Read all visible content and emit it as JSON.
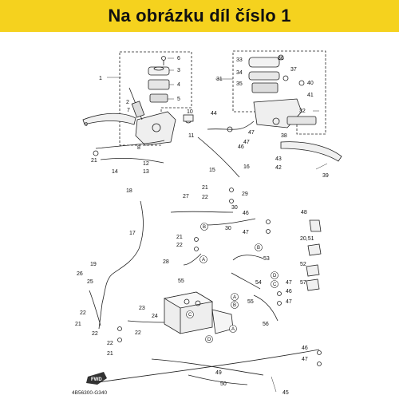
{
  "banner": {
    "title": "Na obrázku díl číslo 1",
    "color": "#f5d21e"
  },
  "diagram": {
    "code": "4B56300-G340",
    "fwd_label": "FWD",
    "callouts": [
      {
        "id": "c1",
        "text": "1"
      },
      {
        "id": "c2",
        "text": "2"
      },
      {
        "id": "c3",
        "text": "3"
      },
      {
        "id": "c4",
        "text": "4"
      },
      {
        "id": "c5",
        "text": "5"
      },
      {
        "id": "c6",
        "text": "6"
      },
      {
        "id": "c7",
        "text": "7"
      },
      {
        "id": "c8",
        "text": "8"
      },
      {
        "id": "c9",
        "text": "9"
      },
      {
        "id": "c10",
        "text": "10"
      },
      {
        "id": "c11",
        "text": "11"
      },
      {
        "id": "c12",
        "text": "12"
      },
      {
        "id": "c13",
        "text": "13"
      },
      {
        "id": "c14",
        "text": "14"
      },
      {
        "id": "c15",
        "text": "15"
      },
      {
        "id": "c16",
        "text": "16"
      },
      {
        "id": "c17",
        "text": "17"
      },
      {
        "id": "c18",
        "text": "18"
      },
      {
        "id": "c19",
        "text": "19"
      },
      {
        "id": "c20_51",
        "text": "20,51"
      },
      {
        "id": "c21a",
        "text": "21"
      },
      {
        "id": "c21b",
        "text": "21"
      },
      {
        "id": "c21c",
        "text": "21"
      },
      {
        "id": "c21d",
        "text": "21"
      },
      {
        "id": "c21e",
        "text": "21"
      },
      {
        "id": "c22a",
        "text": "22"
      },
      {
        "id": "c22b",
        "text": "22"
      },
      {
        "id": "c22c",
        "text": "22"
      },
      {
        "id": "c22d",
        "text": "22"
      },
      {
        "id": "c22e",
        "text": "22"
      },
      {
        "id": "c22f",
        "text": "22"
      },
      {
        "id": "c23",
        "text": "23"
      },
      {
        "id": "c24",
        "text": "24"
      },
      {
        "id": "c25",
        "text": "25"
      },
      {
        "id": "c26",
        "text": "26"
      },
      {
        "id": "c27",
        "text": "27"
      },
      {
        "id": "c28",
        "text": "28"
      },
      {
        "id": "c29",
        "text": "29"
      },
      {
        "id": "c30a",
        "text": "30"
      },
      {
        "id": "c30b",
        "text": "30"
      },
      {
        "id": "c31",
        "text": "31"
      },
      {
        "id": "c32",
        "text": "32"
      },
      {
        "id": "c33",
        "text": "33"
      },
      {
        "id": "c34",
        "text": "34"
      },
      {
        "id": "c35",
        "text": "35"
      },
      {
        "id": "c36",
        "text": "36"
      },
      {
        "id": "c37",
        "text": "37"
      },
      {
        "id": "c38",
        "text": "38"
      },
      {
        "id": "c39",
        "text": "39"
      },
      {
        "id": "c40",
        "text": "40"
      },
      {
        "id": "c41",
        "text": "41"
      },
      {
        "id": "c42",
        "text": "42"
      },
      {
        "id": "c43",
        "text": "43"
      },
      {
        "id": "c44",
        "text": "44"
      },
      {
        "id": "c45",
        "text": "45"
      },
      {
        "id": "c46a",
        "text": "46"
      },
      {
        "id": "c46b",
        "text": "46"
      },
      {
        "id": "c46c",
        "text": "46"
      },
      {
        "id": "c46d",
        "text": "46"
      },
      {
        "id": "c47a",
        "text": "47"
      },
      {
        "id": "c47b",
        "text": "47"
      },
      {
        "id": "c47c",
        "text": "47"
      },
      {
        "id": "c47d",
        "text": "47"
      },
      {
        "id": "c47e",
        "text": "47"
      },
      {
        "id": "c47f",
        "text": "47"
      },
      {
        "id": "c48",
        "text": "48"
      },
      {
        "id": "c49",
        "text": "49"
      },
      {
        "id": "c50",
        "text": "50"
      },
      {
        "id": "c52",
        "text": "52"
      },
      {
        "id": "c53",
        "text": "53"
      },
      {
        "id": "c54",
        "text": "54"
      },
      {
        "id": "c55a",
        "text": "55"
      },
      {
        "id": "c55b",
        "text": "55"
      },
      {
        "id": "c56",
        "text": "56"
      },
      {
        "id": "c57",
        "text": "57"
      }
    ],
    "refs": [
      {
        "id": "ra1",
        "text": "A"
      },
      {
        "id": "ra2",
        "text": "A"
      },
      {
        "id": "ra3",
        "text": "A"
      },
      {
        "id": "rb1",
        "text": "B"
      },
      {
        "id": "rb2",
        "text": "B"
      },
      {
        "id": "rb3",
        "text": "B"
      },
      {
        "id": "rc1",
        "text": "C"
      },
      {
        "id": "rc2",
        "text": "C"
      },
      {
        "id": "rd1",
        "text": "D"
      },
      {
        "id": "rd2",
        "text": "D"
      }
    ]
  }
}
